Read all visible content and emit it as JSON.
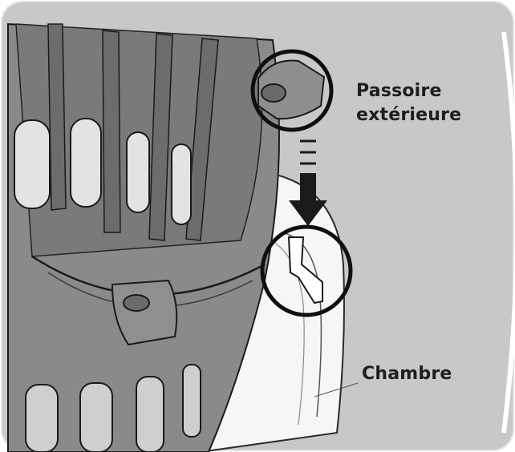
{
  "labels": {
    "outer_strainer_line1": "Passoire",
    "outer_strainer_line2": "extérieure",
    "chamber": "Chambre"
  },
  "colors": {
    "background": "#c9c9c9",
    "strainer_body": "#8c8c8c",
    "strainer_shadow": "#6f6f6f",
    "chamber_white": "#f6f6f6",
    "outline": "#1a1a1a",
    "label_text": "#1e1e1e"
  },
  "icons": {
    "direction_arrow": "down-arrow-icon",
    "highlight_circles": "circle-highlight-icon"
  }
}
